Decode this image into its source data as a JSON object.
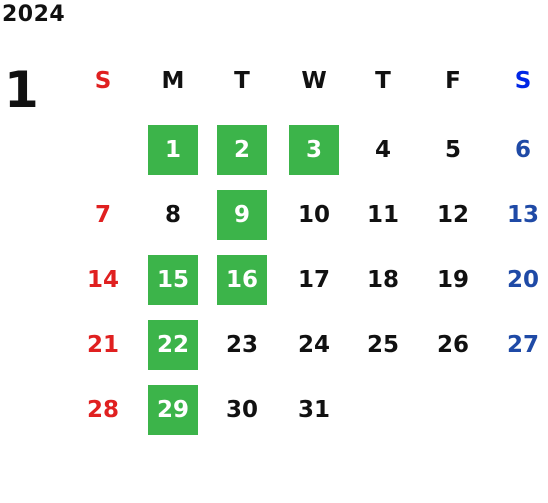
{
  "year": "2024",
  "month": "1",
  "weekdays": [
    "S",
    "M",
    "T",
    "W",
    "T",
    "F",
    "S"
  ],
  "colors": {
    "sunday": "#e02020",
    "saturday": "#1f4aa6",
    "saturday_header": "#0026e6",
    "weekday": "#111111",
    "highlight": "#3cb44a"
  },
  "first_weekday_index": 1,
  "days_in_month": 31,
  "highlighted_days": [
    1,
    2,
    3,
    9,
    15,
    16,
    22,
    29
  ]
}
